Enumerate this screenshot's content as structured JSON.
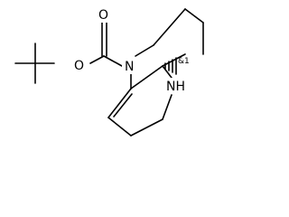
{
  "molecule": {
    "atoms": {
      "o_carbonyl": "O",
      "o_ester": "O",
      "n_ring": "N",
      "nh": "NH",
      "stereo": "&1"
    }
  }
}
